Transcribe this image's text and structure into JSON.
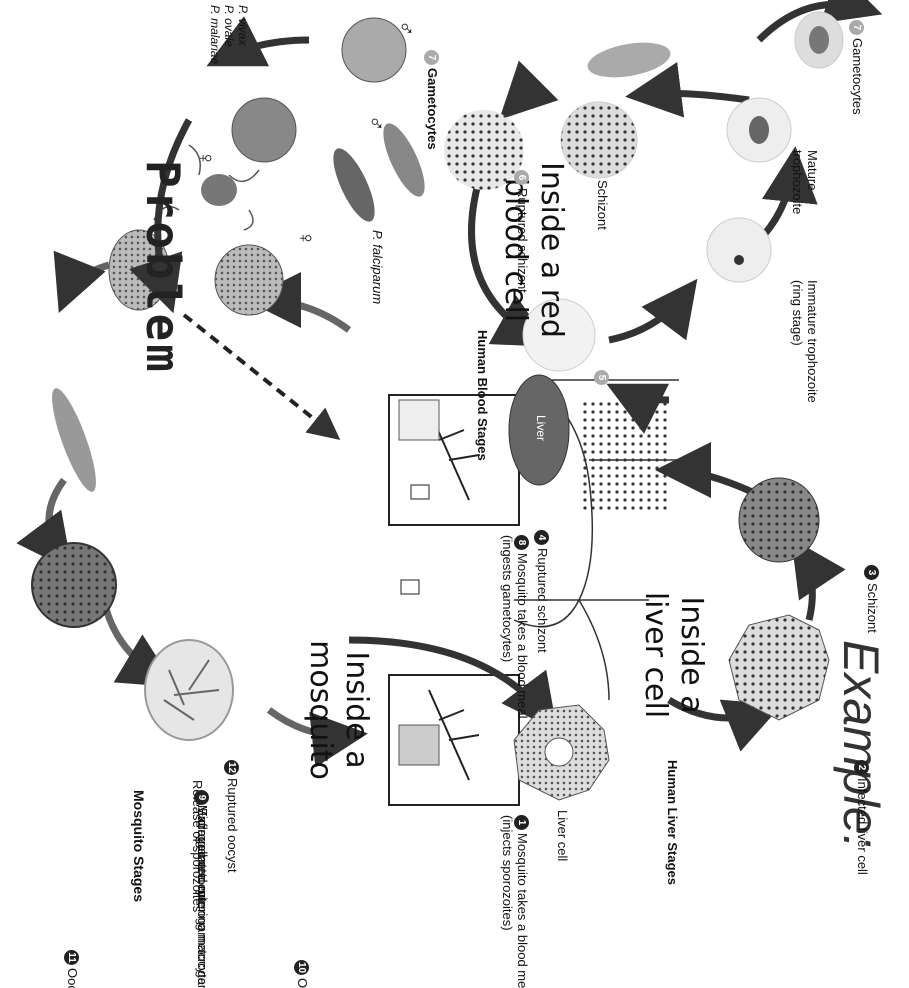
{
  "heading": "Example:",
  "callout": "Problem",
  "mosquito_stages": {
    "title": "Mosquito Stages",
    "region_label": "Inside a mosquito",
    "oocyst": {
      "num": "11",
      "label": "Oocyst"
    },
    "ookinete": {
      "num": "10",
      "label": "Ookinete"
    },
    "ruptured_oocyst": {
      "num": "12",
      "label": "Ruptured oocyst"
    },
    "release_sporozoites": "Release of sporozoites",
    "microgamete_entering": "Microgamete entering macrogamete",
    "exflagellated": {
      "num": "9",
      "label": "Exflagellated microgametocyte"
    },
    "macrogametocyte": "Macrogametocyte"
  },
  "bites": {
    "first": {
      "num": "1",
      "label": "Mosquito takes a blood meal",
      "sub": "(injects sporozoites)"
    },
    "second": {
      "num": "8",
      "label": "Mosquito takes a blood meal",
      "sub": "(ingests gametocytes)"
    }
  },
  "body": {
    "organ_label": "Liver"
  },
  "liver_stages": {
    "title": "Human Liver Stages",
    "region_label": "Inside a liver cell",
    "liver_cell": "Liver cell",
    "infected": {
      "num": "2",
      "label": "Infected liver cell"
    },
    "schizont": {
      "num": "3",
      "label": "Schizont"
    },
    "ruptured": {
      "num": "4",
      "label": "Ruptured schizont"
    }
  },
  "blood_stages": {
    "title": "Human Blood Stages",
    "region_label": "Inside a red blood cell",
    "merozoite_num": "5",
    "ring": "Immature trophozoite (ring stage)",
    "mature": "Mature trophozoite",
    "schizont": "Schizont",
    "ruptured": {
      "num": "6",
      "label": "Ruptured schizont"
    },
    "gametocytes": {
      "num": "7",
      "label": "Gametocytes"
    }
  },
  "gametocytes": {
    "label": "Gametocytes",
    "num": "7",
    "falciparum": "P. falciparum",
    "species": [
      "P. vivax",
      "P. ovale",
      "P. malariae"
    ],
    "female_symbol": "♀",
    "male_symbol": "♂"
  }
}
